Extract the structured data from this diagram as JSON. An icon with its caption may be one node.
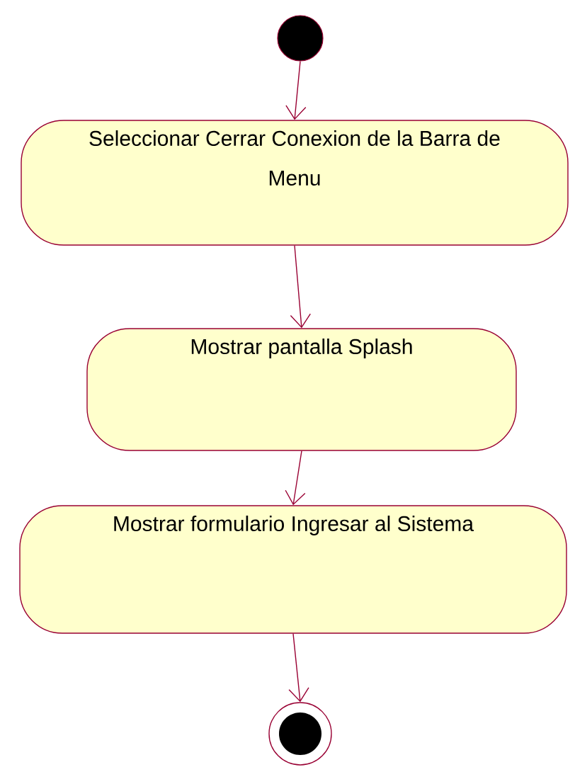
{
  "diagram": {
    "nodes": [
      {
        "text": [],
        "shape": "circle"
      },
      {
        "text": [
          "Seleccionar Cerrar Conexion de la Barra de Menu"
        ]
      },
      {
        "text": [
          "Mostrar pantalla Splash"
        ]
      },
      {
        "text": [
          "Mostrar formulario Ingresar al Sistema"
        ]
      },
      {
        "text": [],
        "shape": "target"
      }
    ],
    "edges": [
      {
        "from": 0,
        "to": 1,
        "arrow": "to"
      },
      {
        "from": 1,
        "to": 2,
        "arrow": "to"
      },
      {
        "from": 2,
        "to": 3,
        "arrow": "to"
      },
      {
        "from": 3,
        "to": 4,
        "arrow": "to"
      }
    ]
  }
}
